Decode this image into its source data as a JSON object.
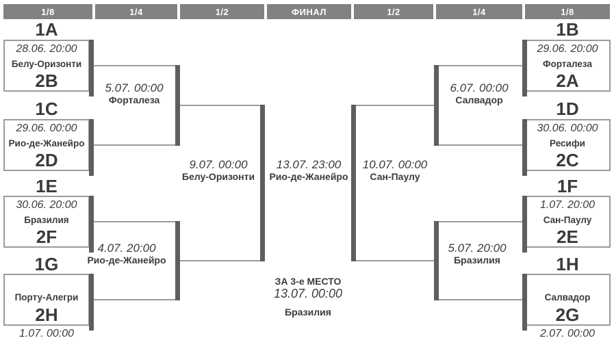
{
  "header": {
    "cells": [
      "1/8",
      "1/4",
      "1/2",
      "ФИНАЛ",
      "1/2",
      "1/4",
      "1/8"
    ]
  },
  "bracket": {
    "left": [
      {
        "label": "1A",
        "date": "28.06. 20:00",
        "city": "Белу-Оризонти",
        "seed": "2B",
        "date_below": ""
      },
      {
        "label": "1C",
        "date": "29.06. 00:00",
        "city": "Рио-де-Жанейро",
        "seed": "2D",
        "date_below": ""
      },
      {
        "label": "1E",
        "date": "30.06. 20:00",
        "city": "Бразилия",
        "seed": "2F",
        "date_below": ""
      },
      {
        "label": "1G",
        "date": "",
        "city": "Порту-Алегри",
        "seed": "2H",
        "date_below": "1.07. 00:00"
      }
    ],
    "right": [
      {
        "label": "1B",
        "date": "29.06. 20:00",
        "city": "Форталеза",
        "seed": "2A",
        "date_below": ""
      },
      {
        "label": "1D",
        "date": "30.06. 00:00",
        "city": "Ресифи",
        "seed": "2C",
        "date_below": ""
      },
      {
        "label": "1F",
        "date": "1.07. 20:00",
        "city": "Сан-Паулу",
        "seed": "2E",
        "date_below": ""
      },
      {
        "label": "1H",
        "date": "",
        "city": "Салвадор",
        "seed": "2G",
        "date_below": "2.07. 00:00"
      }
    ]
  },
  "quarterfinals": {
    "left_top": {
      "date": "5.07. 00:00",
      "city": "Форталеза"
    },
    "left_bottom": {
      "date": "4.07. 20:00",
      "city": "Рио-де-Жанейро"
    },
    "right_top": {
      "date": "6.07. 00:00",
      "city": "Салвадор"
    },
    "right_bottom": {
      "date": "5.07. 20:00",
      "city": "Бразилия"
    }
  },
  "semifinals": {
    "left": {
      "date": "9.07. 00:00",
      "city": "Белу-Оризонти"
    },
    "right": {
      "date": "10.07. 00:00",
      "city": "Сан-Паулу"
    }
  },
  "final": {
    "date": "13.07. 23:00",
    "city": "Рио-де-Жанейро"
  },
  "third_place": {
    "title": "ЗА 3-е МЕСТО",
    "date": "13.07. 00:00",
    "city": "Бразилия"
  },
  "colors": {
    "header_bg": "#828282",
    "thin_line": "#9b9b9b",
    "thick_line": "#5e5e5e",
    "text": "#3b3b3b"
  }
}
